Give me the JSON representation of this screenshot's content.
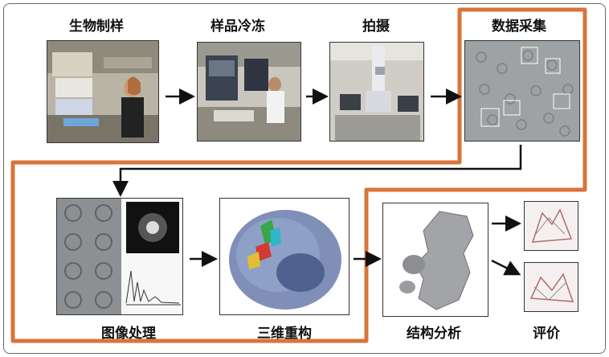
{
  "steps": {
    "sample_prep": "生物制样",
    "freezing": "样品冷冻",
    "imaging": "拍摄",
    "data_collection": "数据采集",
    "image_processing": "图像处理",
    "reconstruction": "三维重构",
    "structure_analysis": "结构分析",
    "evaluation": "评价"
  },
  "colors": {
    "workflow_outline": "#d9743a",
    "arrow": "#111111"
  }
}
